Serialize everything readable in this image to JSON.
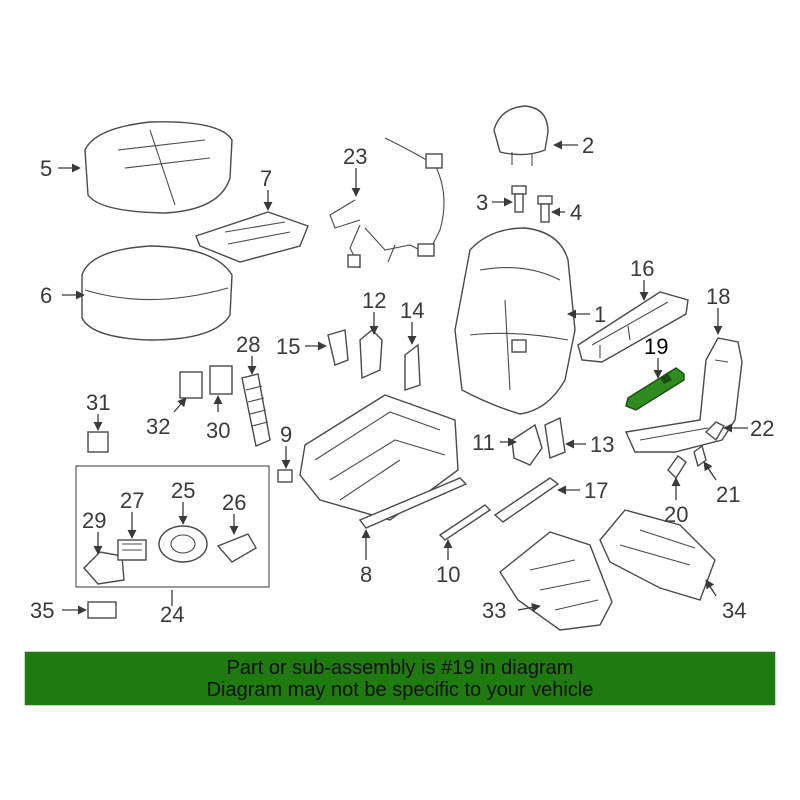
{
  "part_labels": {
    "p1": "1",
    "p2": "2",
    "p3": "3",
    "p4": "4",
    "p5": "5",
    "p6": "6",
    "p7": "7",
    "p8": "8",
    "p9": "9",
    "p10": "10",
    "p11": "11",
    "p12": "12",
    "p13": "13",
    "p14": "14",
    "p15": "15",
    "p16": "16",
    "p17": "17",
    "p18": "18",
    "p19": "19",
    "p20": "20",
    "p21": "21",
    "p22": "22",
    "p23": "23",
    "p24": "24",
    "p25": "25",
    "p26": "26",
    "p27": "27",
    "p28": "28",
    "p29": "29",
    "p30": "30",
    "p31": "31",
    "p32": "32",
    "p33": "33",
    "p34": "34",
    "p35": "35"
  },
  "highlight": {
    "part": "19",
    "color": "#2e8b1e"
  },
  "banner": {
    "line1": "Part or sub-assembly is #19 in diagram",
    "line2": "Diagram may not be specific to your vehicle",
    "background": "#1f7a10"
  }
}
